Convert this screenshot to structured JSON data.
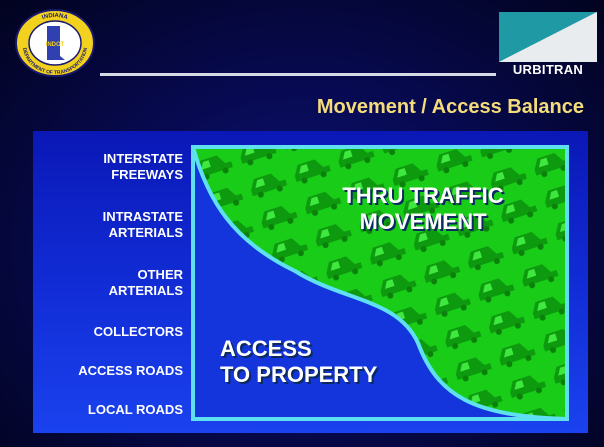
{
  "header": {
    "seal": {
      "ring_text_top": "INDIANA",
      "ring_text_right": "SPORTATION",
      "ring_text_bottom": "DEPARTMENT OF TRANSPORTATION",
      "center_text": "INDOT"
    },
    "logo_text": "URBITRAN"
  },
  "title": "Movement / Access Balance",
  "diagram": {
    "left_labels": [
      {
        "line1": "INTERSTATE",
        "line2": "FREEWAYS"
      },
      {
        "line1": "INTRASTATE",
        "line2": "ARTERIALS"
      },
      {
        "line1": "OTHER",
        "line2": "ARTERIALS"
      },
      {
        "line1": "COLLECTORS",
        "line2": ""
      },
      {
        "line1": "ACCESS ROADS",
        "line2": ""
      },
      {
        "line1": "LOCAL ROADS",
        "line2": ""
      }
    ],
    "upper_region": {
      "line1": "THRU TRAFFIC",
      "line2": "MOVEMENT"
    },
    "lower_region": {
      "line1": "ACCESS",
      "line2": "TO PROPERTY"
    },
    "colors": {
      "movement_fill": "#18cc18",
      "access_fill": "#1434dc",
      "frame": "#5fe0f0"
    }
  }
}
